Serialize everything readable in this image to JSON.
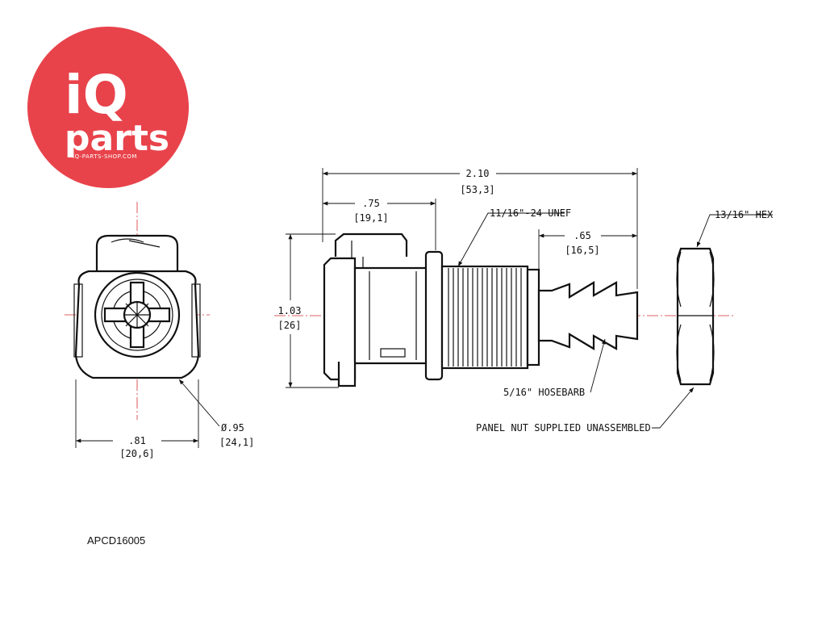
{
  "logo": {
    "line1": "iQ",
    "line2": "parts",
    "url": "IQ-PARTS-SHOP.COM",
    "bg_color": "#e8434b"
  },
  "part_number": "APCD16005",
  "dimensions": {
    "overall_length": {
      "inch": "2.10",
      "mm": "[53,3]"
    },
    "coupling_length": {
      "inch": ".75",
      "mm": "[19,1]"
    },
    "barb_length": {
      "inch": ".65",
      "mm": "[16,5]"
    },
    "height": {
      "inch": "1.03",
      "mm": "[26]"
    },
    "front_width": {
      "inch": ".81",
      "mm": "[20,6]"
    },
    "diameter": {
      "inch": "Ø.95",
      "mm": "[24,1]"
    }
  },
  "callouts": {
    "thread": "11/16\"-24 UNEF",
    "hex": "13/16\" HEX",
    "hosebarb": "5/16\" HOSEBARB",
    "panel_nut": "PANEL NUT SUPPLIED UNASSEMBLED"
  },
  "colors": {
    "centerline": "#d32f2f",
    "line": "#111111"
  }
}
